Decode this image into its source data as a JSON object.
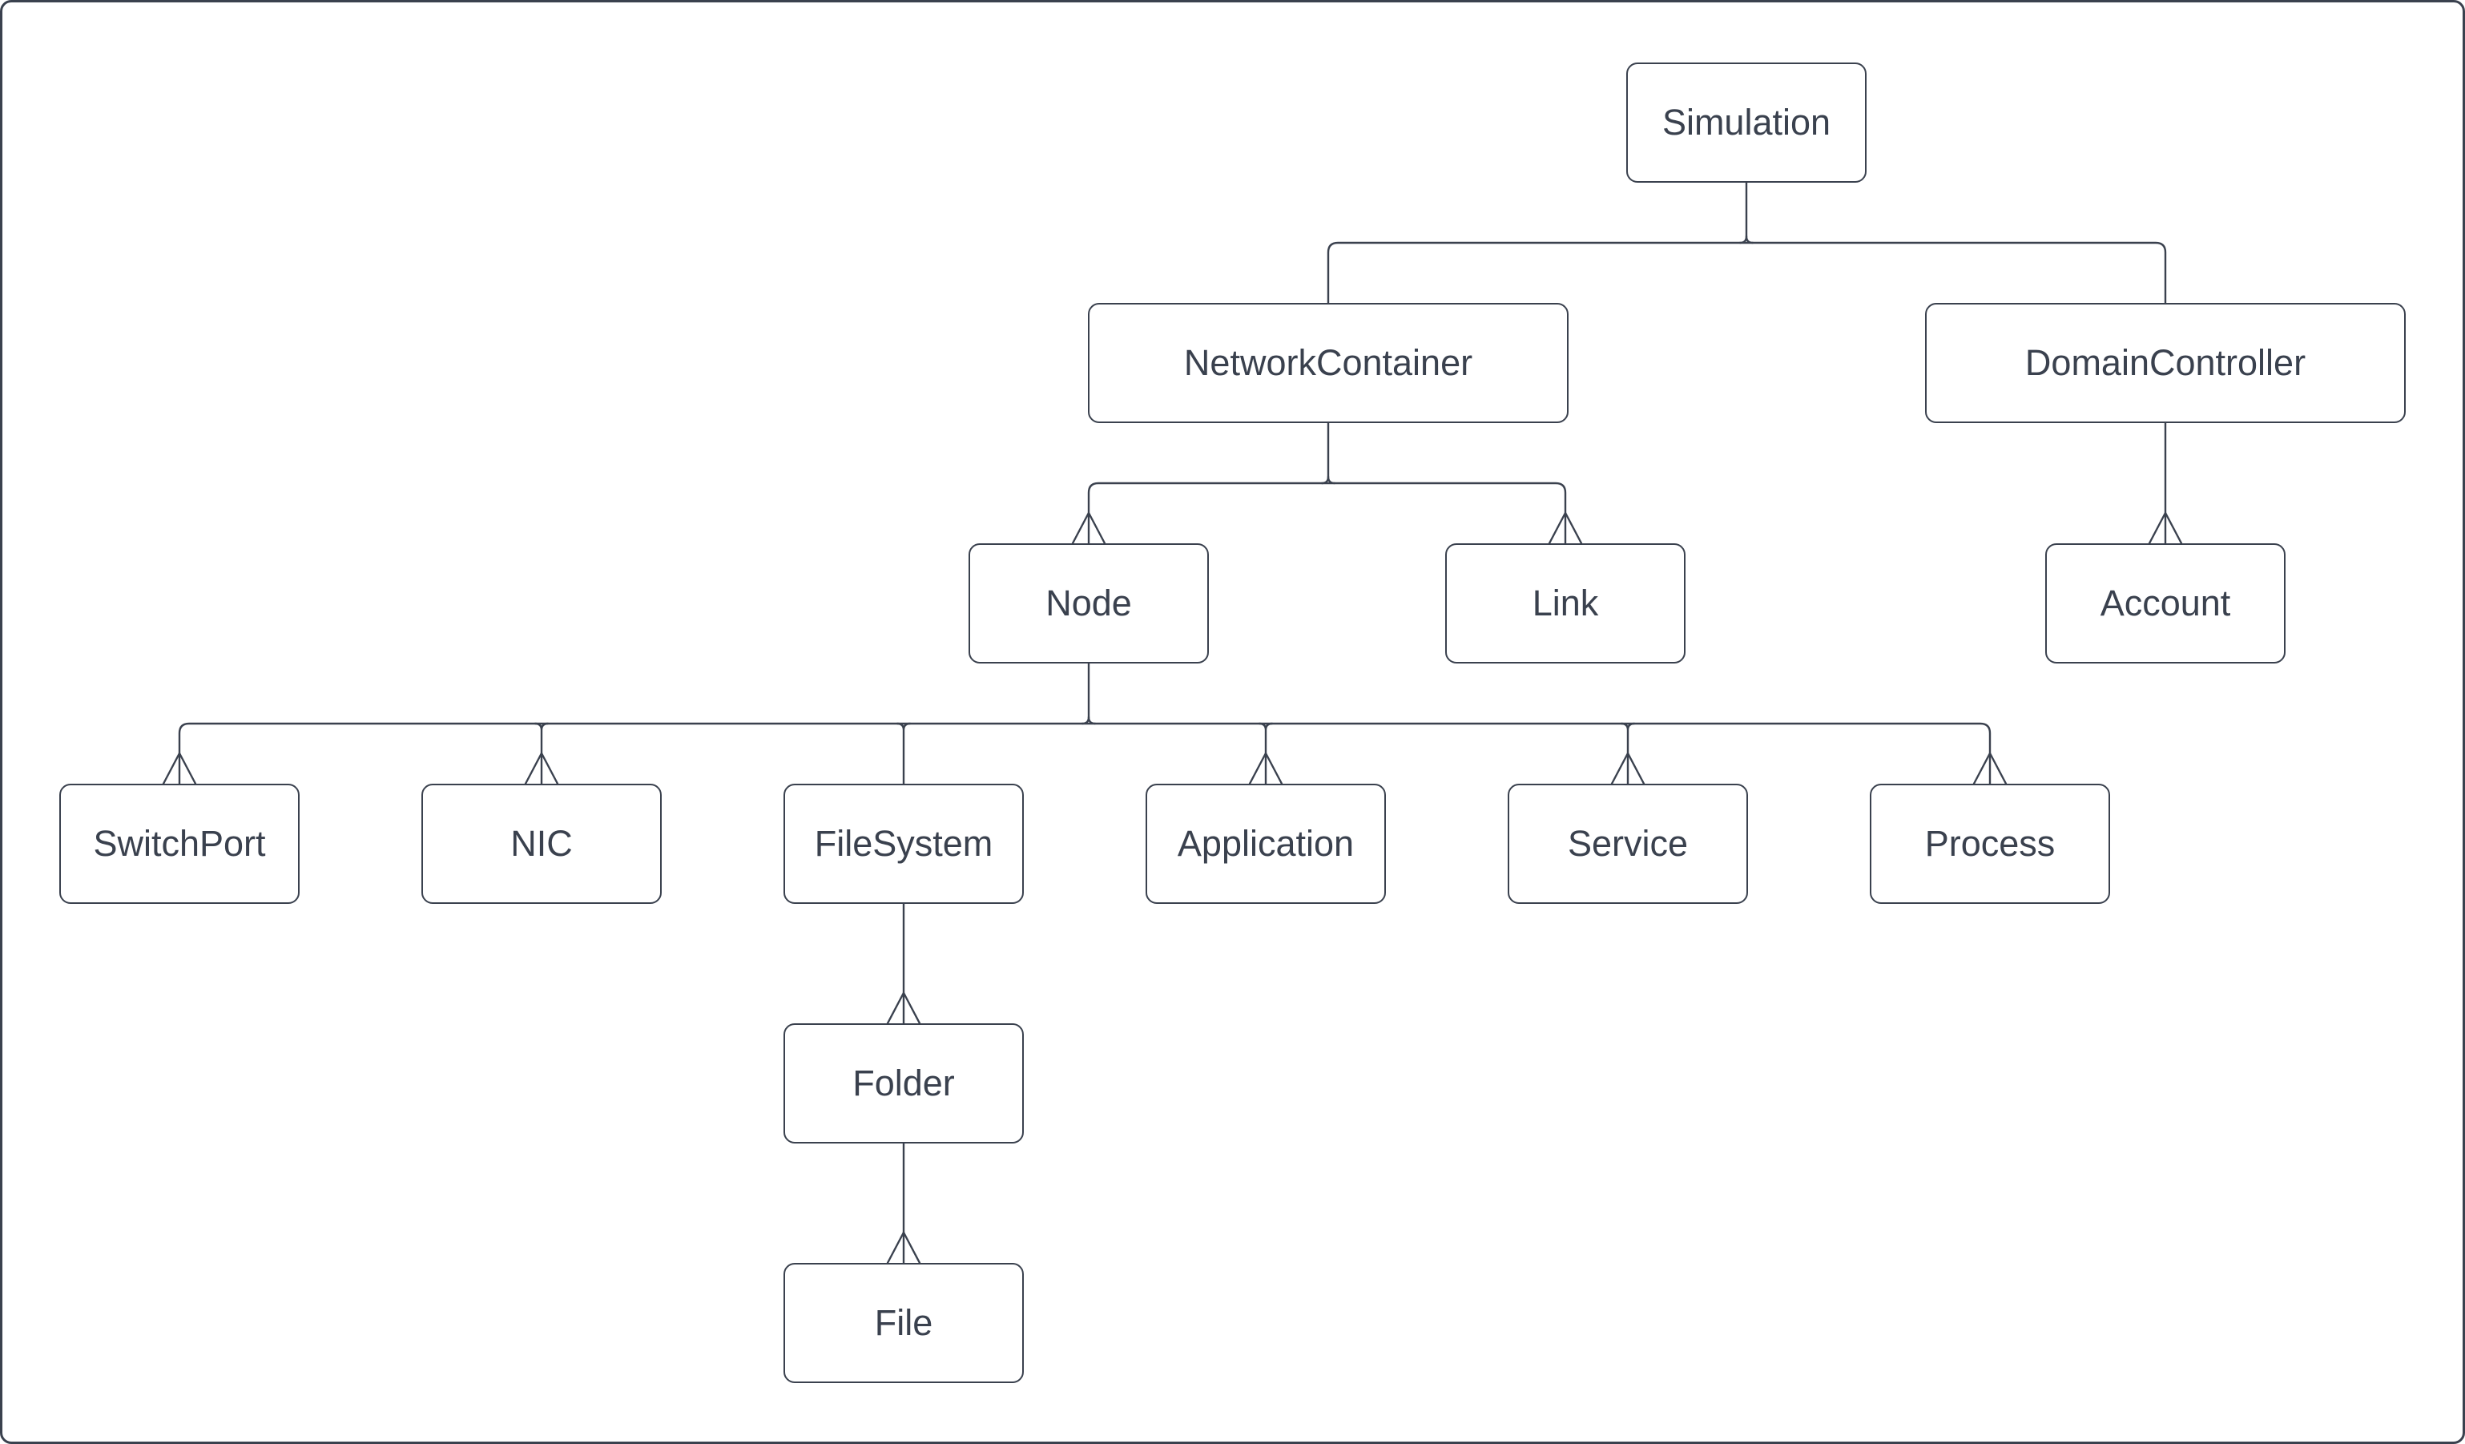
{
  "diagram": {
    "type": "tree",
    "colors": {
      "stroke": "#3a414e",
      "node_fill": "#ffffff",
      "background": "#ffffff"
    },
    "nodes": [
      {
        "label": "Simulation"
      },
      {
        "label": "NetworkContainer"
      },
      {
        "label": "DomainController"
      },
      {
        "label": "Node"
      },
      {
        "label": "Link"
      },
      {
        "label": "Account"
      },
      {
        "label": "SwitchPort"
      },
      {
        "label": "NIC"
      },
      {
        "label": "FileSystem"
      },
      {
        "label": "Application"
      },
      {
        "label": "Service"
      },
      {
        "label": "Process"
      },
      {
        "label": "Folder"
      },
      {
        "label": "File"
      }
    ],
    "edges": [
      {
        "from": "Simulation",
        "to": "NetworkContainer",
        "arrowhead": false
      },
      {
        "from": "Simulation",
        "to": "DomainController",
        "arrowhead": false
      },
      {
        "from": "NetworkContainer",
        "to": "Node",
        "arrowhead": true
      },
      {
        "from": "NetworkContainer",
        "to": "Link",
        "arrowhead": true
      },
      {
        "from": "DomainController",
        "to": "Account",
        "arrowhead": true
      },
      {
        "from": "Node",
        "to": "SwitchPort",
        "arrowhead": true
      },
      {
        "from": "Node",
        "to": "NIC",
        "arrowhead": true
      },
      {
        "from": "Node",
        "to": "FileSystem",
        "arrowhead": false
      },
      {
        "from": "Node",
        "to": "Application",
        "arrowhead": true
      },
      {
        "from": "Node",
        "to": "Service",
        "arrowhead": true
      },
      {
        "from": "Node",
        "to": "Process",
        "arrowhead": true
      },
      {
        "from": "FileSystem",
        "to": "Folder",
        "arrowhead": true
      },
      {
        "from": "Folder",
        "to": "File",
        "arrowhead": true
      }
    ]
  }
}
